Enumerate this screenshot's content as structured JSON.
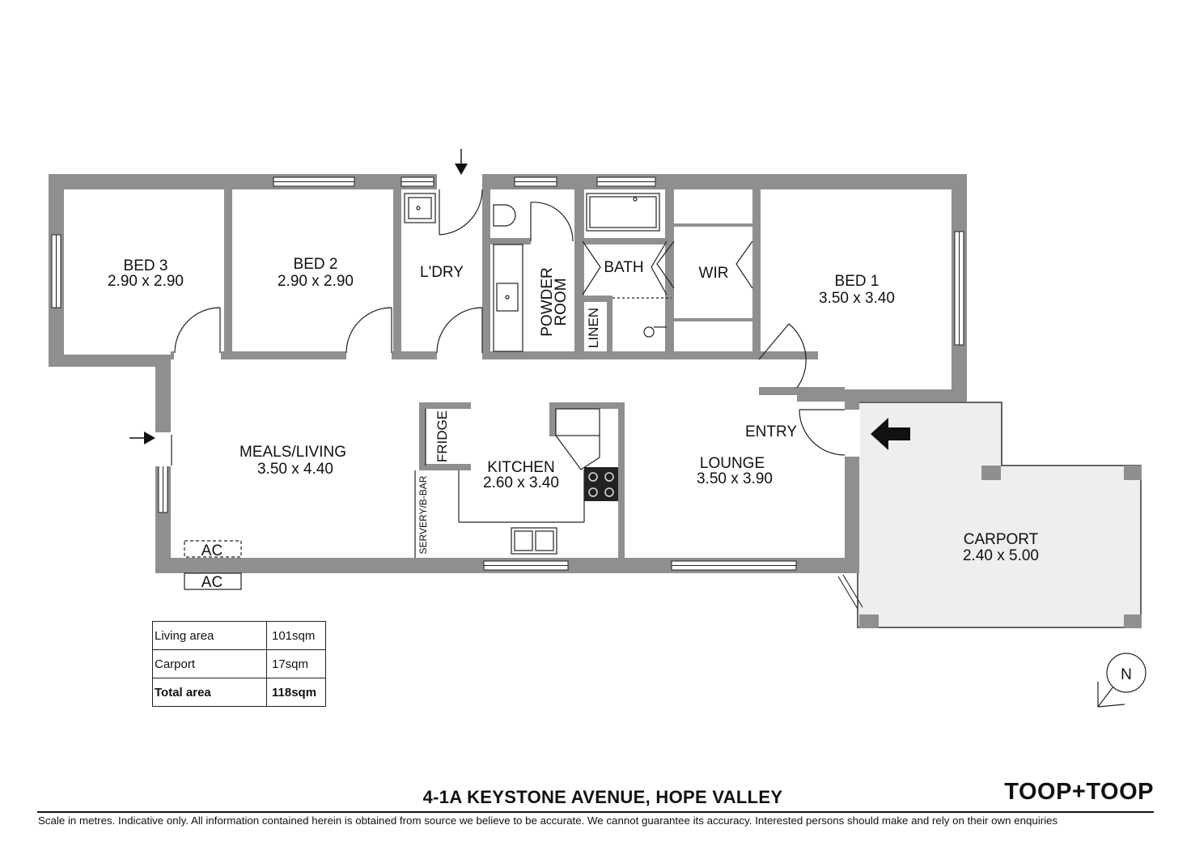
{
  "rooms": {
    "bed3": {
      "name": "BED 3",
      "size": "2.90 x 2.90"
    },
    "bed2": {
      "name": "BED 2",
      "size": "2.90 x 2.90"
    },
    "laundry": {
      "name": "L'DRY"
    },
    "powder_room": {
      "line1": "POWDER",
      "line2": "ROOM"
    },
    "linen": {
      "name": "LINEN"
    },
    "bath": {
      "name": "BATH"
    },
    "wir": {
      "name": "WIR"
    },
    "bed1": {
      "name": "BED 1",
      "size": "3.50 x 3.40"
    },
    "meals_living": {
      "name": "MEALS/LIVING",
      "size": "3.50 x 4.40"
    },
    "fridge": {
      "name": "FRIDGE"
    },
    "kitchen": {
      "name": "KITCHEN",
      "size": "2.60 x 3.40"
    },
    "servery": {
      "name": "SERVERY/B-BAR"
    },
    "entry": {
      "name": "ENTRY"
    },
    "lounge": {
      "name": "LOUNGE",
      "size": "3.50 x 3.90"
    },
    "carport": {
      "name": "CARPORT",
      "size": "2.40 x 5.00"
    },
    "ac_inside": {
      "name": "AC"
    },
    "ac_outside": {
      "name": "AC"
    }
  },
  "compass": {
    "label": "N"
  },
  "area_table": [
    {
      "label": "Living area",
      "value": "101sqm"
    },
    {
      "label": "Carport",
      "value": "17sqm"
    },
    {
      "label": "Total area",
      "value": "118sqm"
    }
  ],
  "footer": {
    "address": "4-1A KEYSTONE AVENUE, HOPE VALLEY",
    "brand": "TOOP+TOOP",
    "disclaimer": "Scale in metres. Indicative only. All information contained herein is obtained from source we believe to be accurate. We cannot guarantee its accuracy. Interested persons should make and rely on their own enquiries"
  },
  "colors": {
    "wall": "#8f8f8f",
    "carport_fill": "#eeeeee",
    "line": "#222222"
  }
}
